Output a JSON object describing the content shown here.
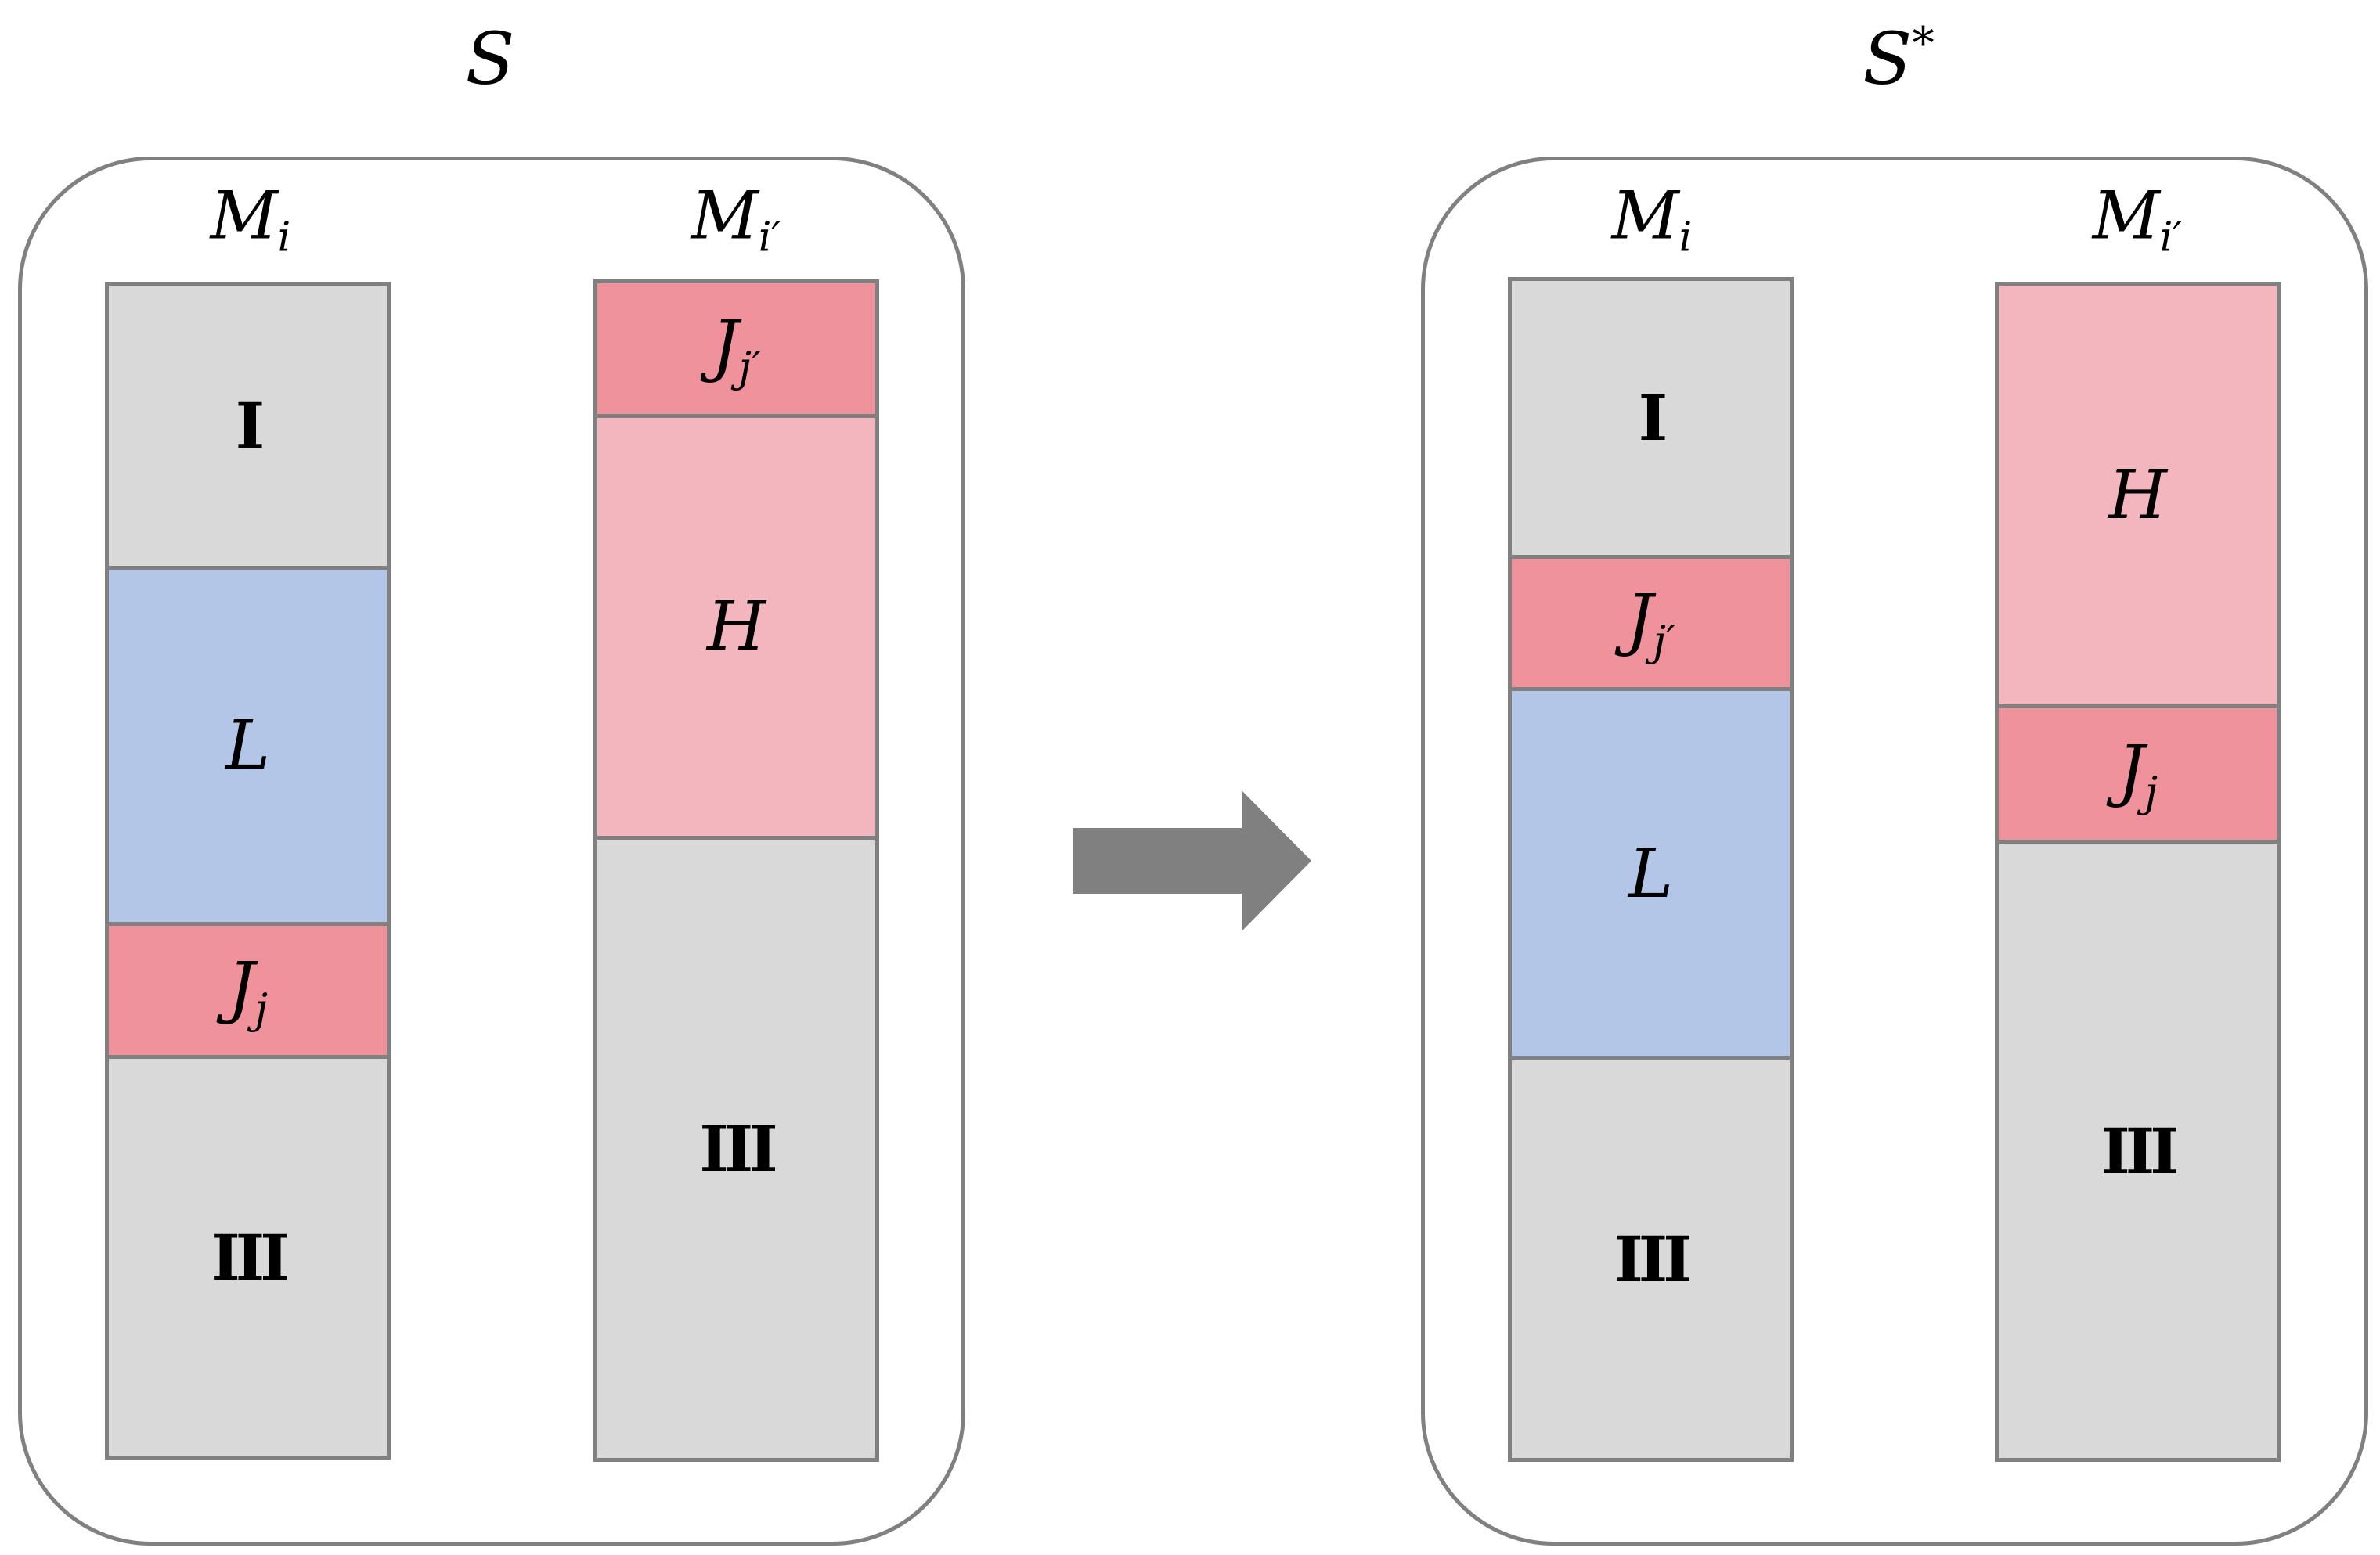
{
  "left": {
    "title": "S",
    "machines": [
      {
        "label": "M",
        "sub": "i",
        "blocks": [
          {
            "text": "I",
            "style": "roman",
            "color": "#d9d9d9"
          },
          {
            "text": "L",
            "color": "#b4c6e7"
          },
          {
            "text": "J",
            "sub": "j",
            "color": "#ef929c"
          },
          {
            "text": "III",
            "style": "roman",
            "color": "#d9d9d9"
          }
        ]
      },
      {
        "label": "M",
        "sub": "i′",
        "blocks": [
          {
            "text": "J",
            "sub": "j′",
            "color": "#ef929c"
          },
          {
            "text": "H",
            "color": "#f4b6be"
          },
          {
            "text": "III",
            "style": "roman",
            "color": "#d9d9d9"
          }
        ]
      }
    ]
  },
  "right": {
    "title": "S",
    "title_sup": "*",
    "machines": [
      {
        "label": "M",
        "sub": "i",
        "blocks": [
          {
            "text": "I",
            "style": "roman",
            "color": "#d9d9d9"
          },
          {
            "text": "J",
            "sub": "j′",
            "color": "#ef929c"
          },
          {
            "text": "L",
            "color": "#b4c6e7"
          },
          {
            "text": "III",
            "style": "roman",
            "color": "#d9d9d9"
          }
        ]
      },
      {
        "label": "M",
        "sub": "i′",
        "blocks": [
          {
            "text": "H",
            "color": "#f4b6be"
          },
          {
            "text": "J",
            "sub": "j",
            "color": "#ef929c"
          },
          {
            "text": "III",
            "style": "roman",
            "color": "#d9d9d9"
          }
        ]
      }
    ]
  },
  "colors": {
    "border": "#808080",
    "arrow": "#808080",
    "gray": "#d9d9d9",
    "blue": "#b4c6e7",
    "red": "#ef929c",
    "pink": "#f4b6be"
  },
  "arrow_icon": "right-arrow-icon"
}
